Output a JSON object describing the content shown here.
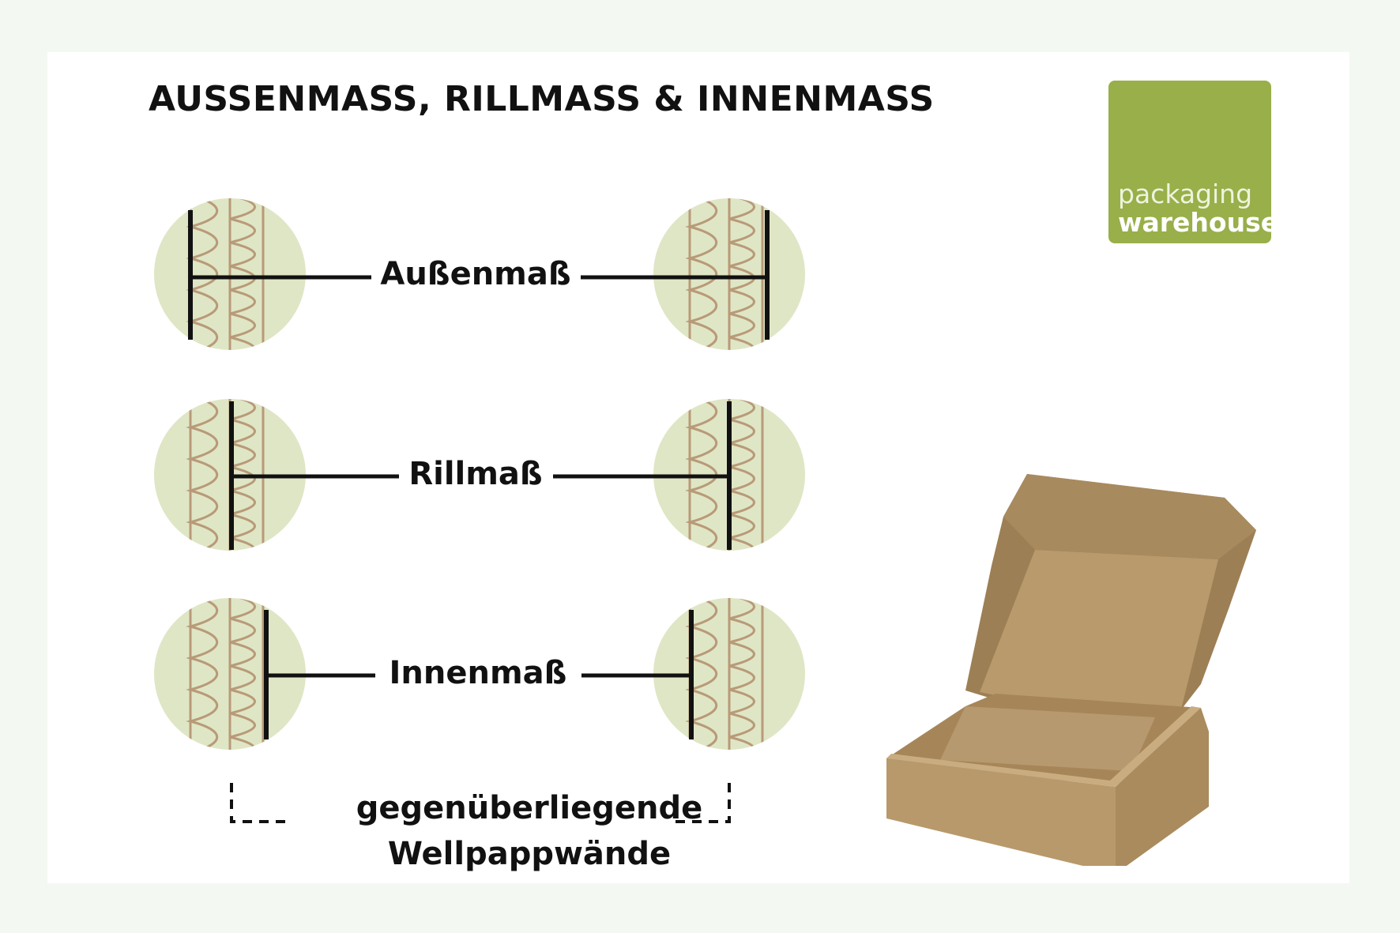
{
  "title": "AUSSENMASS, RILLMASS & INNENMASS",
  "logo": {
    "line1": "packaging",
    "line2": "warehouse"
  },
  "measurements": [
    {
      "label": "Außenmaß"
    },
    {
      "label": "Rillmaß"
    },
    {
      "label": "Innenmaß"
    }
  ],
  "footer": {
    "line1": "gegenüberliegende",
    "line2": "Wellpappwände"
  },
  "colors": {
    "page_background": "#f4f8f2",
    "circle_fill": "#dfe6c5",
    "flute_line": "#b89a78",
    "logo_green": "#98af4a",
    "cardboard": "#b8996b"
  }
}
